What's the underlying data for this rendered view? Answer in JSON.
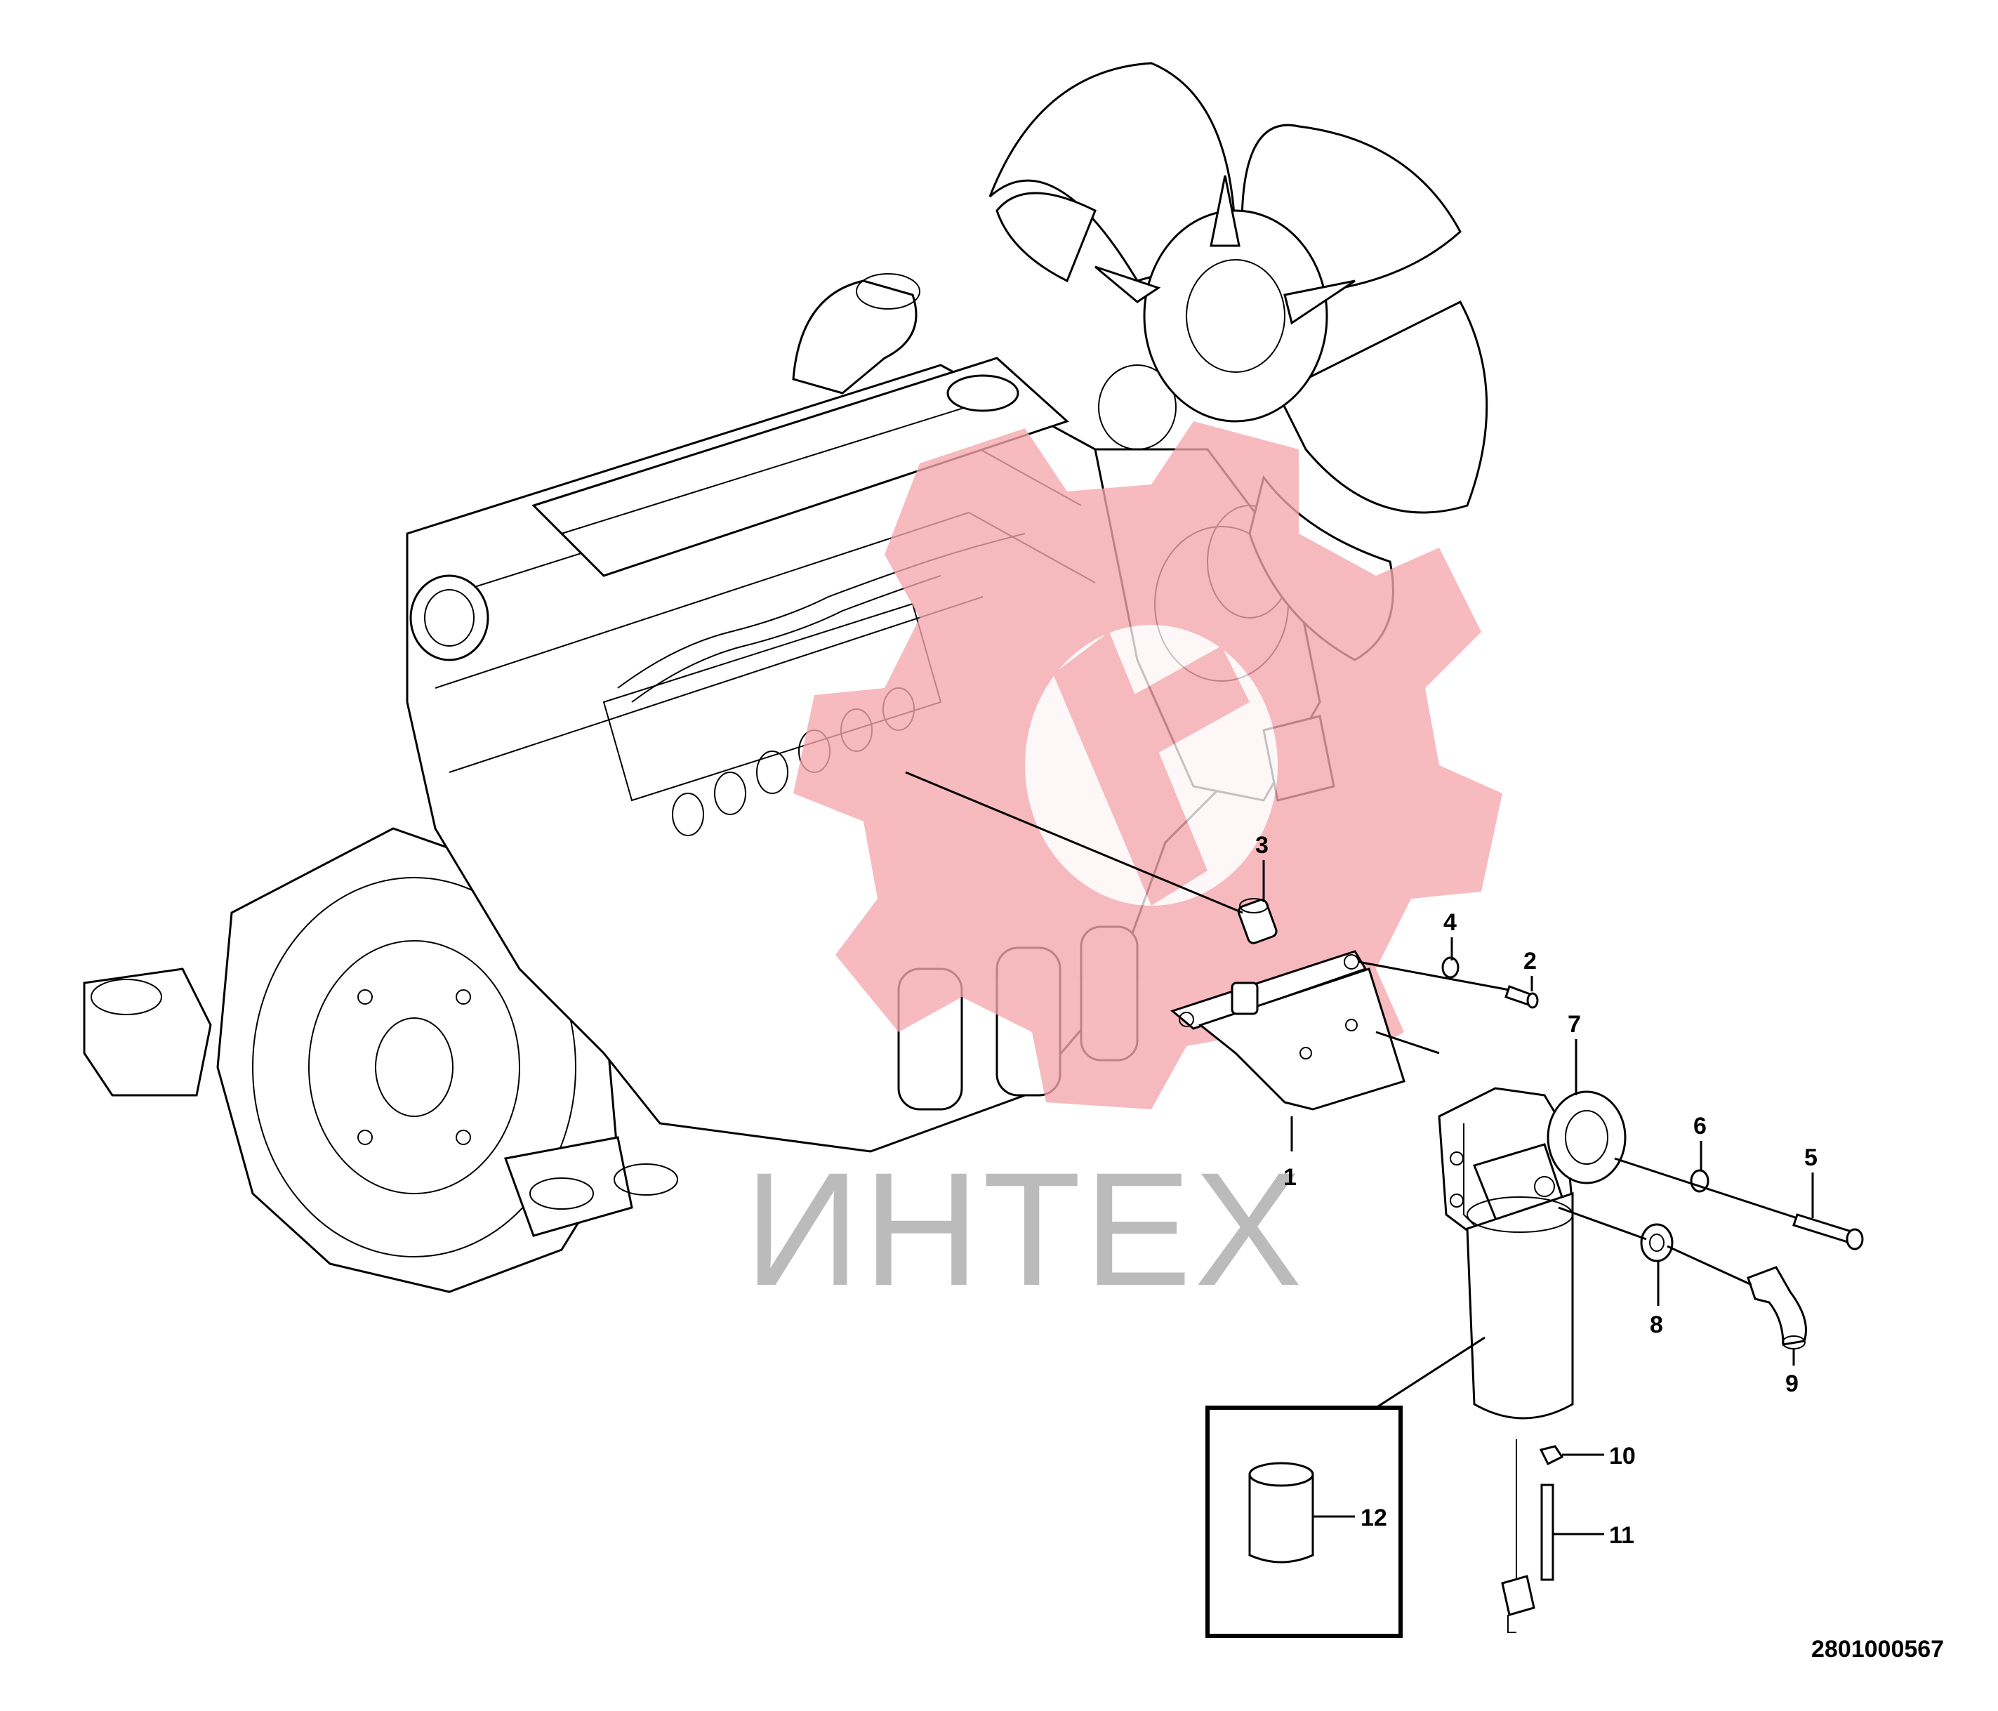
{
  "document_number": "2801000567",
  "watermark_text": "ИНТЕХ",
  "watermark_color": "#f4a6ad",
  "callouts": [
    {
      "id": "1",
      "label": "1"
    },
    {
      "id": "2",
      "label": "2"
    },
    {
      "id": "3",
      "label": "3"
    },
    {
      "id": "4",
      "label": "4"
    },
    {
      "id": "5",
      "label": "5"
    },
    {
      "id": "6",
      "label": "6"
    },
    {
      "id": "7",
      "label": "7"
    },
    {
      "id": "8",
      "label": "8"
    },
    {
      "id": "9",
      "label": "9"
    },
    {
      "id": "10",
      "label": "10"
    },
    {
      "id": "11",
      "label": "11"
    },
    {
      "id": "12",
      "label": "12"
    }
  ]
}
